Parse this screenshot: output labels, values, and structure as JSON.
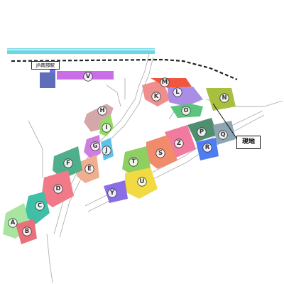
{
  "station_label": "JR南部駅",
  "current_site_label": "現地",
  "blocks": [
    {
      "id": "A",
      "label": "A",
      "color": "#a8e6a0"
    },
    {
      "id": "B",
      "label": "B",
      "color": "#e8707a"
    },
    {
      "id": "C",
      "label": "C",
      "color": "#3fbfa6"
    },
    {
      "id": "D",
      "label": "D",
      "color": "#f07a88"
    },
    {
      "id": "E",
      "label": "E",
      "color": "#f0ae90"
    },
    {
      "id": "F",
      "label": "F",
      "color": "#4fae8c"
    },
    {
      "id": "G",
      "label": "G",
      "color": "#cf7ee0"
    },
    {
      "id": "H",
      "label": "H",
      "color": "#d4a8a8"
    },
    {
      "id": "I",
      "label": "I",
      "color": "#94dc64"
    },
    {
      "id": "J",
      "label": "J",
      "color": "#5ec2e6"
    },
    {
      "id": "K",
      "label": "K",
      "color": "#f08e8e"
    },
    {
      "id": "L",
      "label": "L",
      "color": "#aa8ee6"
    },
    {
      "id": "M",
      "label": "M",
      "color": "#f1553d"
    },
    {
      "id": "N",
      "label": "N",
      "color": "#a8c040"
    },
    {
      "id": "O",
      "label": "O",
      "color": "#5cc47c"
    },
    {
      "id": "P",
      "label": "P",
      "color": "#4f8e6e"
    },
    {
      "id": "Q",
      "label": "Q",
      "color": "#8fa6b2"
    },
    {
      "id": "R",
      "label": "R",
      "color": "#4e7cf2"
    },
    {
      "id": "S",
      "label": "S",
      "color": "#f08c6c"
    },
    {
      "id": "T",
      "label": "T",
      "color": "#8ecf62"
    },
    {
      "id": "U",
      "label": "U",
      "color": "#f2da42"
    },
    {
      "id": "V",
      "label": "V",
      "color": "#c86ee6"
    },
    {
      "id": "Y",
      "label": "Y",
      "color": "#8a6ee6"
    },
    {
      "id": "Z",
      "label": "Z",
      "color": "#f07aa0"
    }
  ]
}
